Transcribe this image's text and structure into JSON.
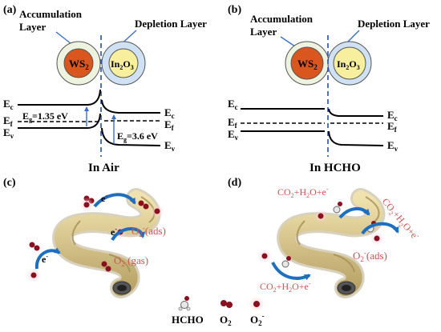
{
  "panels": [
    {
      "id": "a",
      "label": "(a)",
      "accumulation_line1": "Accumulation",
      "accumulation_line2": "Layer",
      "depletion": "Depletion Layer",
      "ws2_main": "WS",
      "ws2_sub": "2",
      "in2o3_a": "In",
      "in2o3_sub1": "2",
      "in2o3_b": "O",
      "in2o3_sub2": "3",
      "ec": "E",
      "ec_sub": "c",
      "ef": "E",
      "ef_sub": "f",
      "ev": "E",
      "ev_sub": "v",
      "eg_left_prefix": "E",
      "eg_left_sub": "g",
      "eg_left_value": "=1.35 eV",
      "eg_right_prefix": "E",
      "eg_right_sub": "g",
      "eg_right_value": "=3.6 eV",
      "caption": "In Air"
    },
    {
      "id": "b",
      "label": "(b)",
      "accumulation_line1": "Accumulation",
      "accumulation_line2": "Layer",
      "depletion": "Depletion Layer",
      "caption": "In HCHO"
    },
    {
      "id": "c",
      "label": "(c)",
      "electron": "e",
      "electron_sup": "-",
      "o2_ads_prefix": "O",
      "o2_ads_sub": "2",
      "o2_ads_sup": "-",
      "o2_ads_suffix": "(ads)",
      "o2_gas_prefix": "O",
      "o2_gas_sub": "2",
      "o2_gas_suffix": " (gas)"
    },
    {
      "id": "d",
      "label": "(d)",
      "product_a": "CO",
      "product_sub2": "2",
      "product_b": "+H",
      "product_c": "O+e",
      "product_sup": "-",
      "o2_ads_prefix": "O",
      "o2_ads_sub": "2",
      "o2_ads_sup": "-",
      "o2_ads_suffix": "(ads)"
    }
  ],
  "legend": [
    {
      "icon": "hcho-molecule-icon",
      "label": "HCHO"
    },
    {
      "icon": "o2-molecule-icon",
      "label": "O",
      "sub": "2"
    },
    {
      "icon": "o2-ion-icon",
      "label": "O",
      "sub": "2",
      "sup": "-"
    }
  ],
  "colors": {
    "ws2_core": "#d9561e",
    "in2o3_core": "#f7ef9e",
    "shell_ws2": "#eef3df",
    "shell_in2o3": "#cfe1f3",
    "interface_line": "#2a4ea8",
    "arrow_blue": "#1f6fc0",
    "text_pink": "#c95555",
    "nanofiber": "#dcc88a",
    "oxygen_dark": "#8a1020"
  }
}
